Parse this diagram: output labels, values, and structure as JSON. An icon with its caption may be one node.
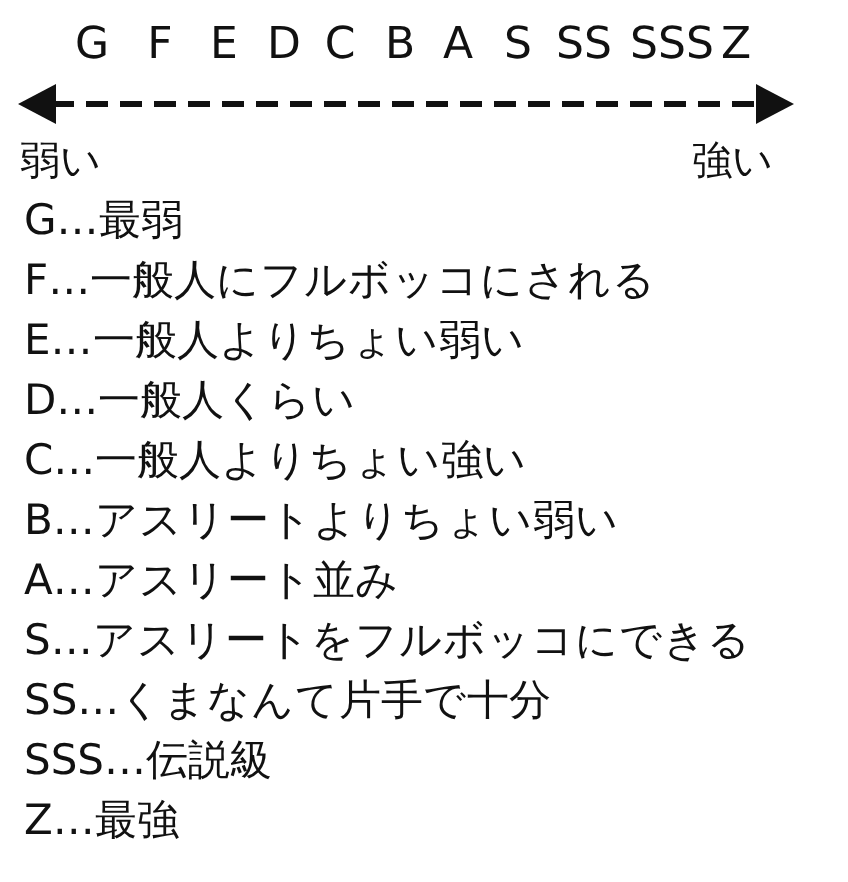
{
  "diagram": {
    "labels": [
      "G",
      "F",
      "E",
      "D",
      "C",
      "B",
      "A",
      "S",
      "SS",
      "SSS",
      "Z",
      "弱い",
      "強い",
      "G…最弱",
      "F…一般人にフルボッコにされる",
      "E…一般人よりちょい弱い",
      "D…一般人くらい",
      "C…一般人よりちょい強い",
      "B…アスリートよりちょい弱い",
      "A…アスリート並み",
      "S…アスリートをフルボッコにできる",
      "SS…くまなんて片手で十分",
      "SSS…伝説級",
      "Z…最強"
    ]
  }
}
